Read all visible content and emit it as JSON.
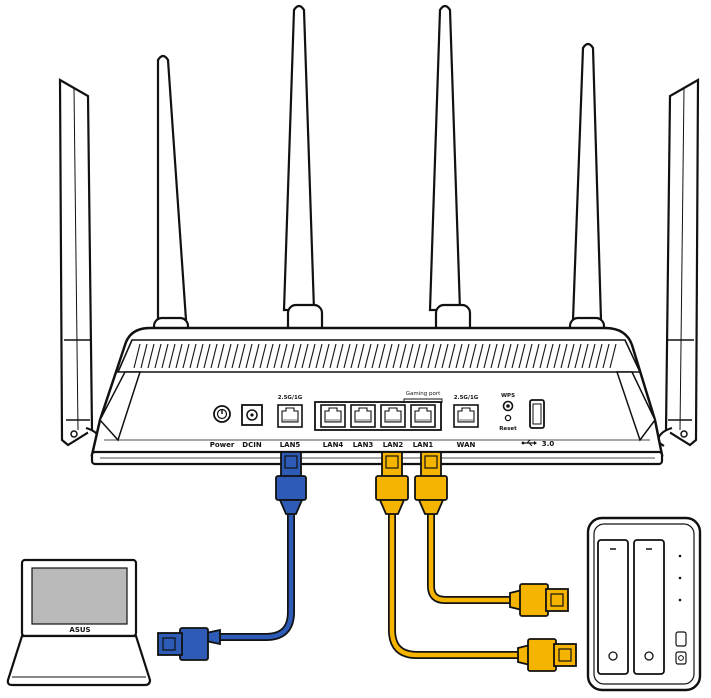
{
  "router": {
    "labels": {
      "power": "Power",
      "dcin": "DCIN",
      "lan5": "LAN5",
      "lan4": "LAN4",
      "lan3": "LAN3",
      "lan2": "LAN2",
      "lan1": "LAN1",
      "wan": "WAN",
      "wps": "WPS",
      "reset": "Reset",
      "usb": "3.0",
      "speed_lan5": "2.5G/1G",
      "speed_wan": "2.5G/1G",
      "gaming_port": "Gaming port"
    },
    "logo": "ASUS"
  },
  "colors": {
    "blue_cable": "#2d5bb6",
    "yellow_cable": "#f5b400",
    "outline": "#111111",
    "laptop_screen": "#b9b9b9"
  },
  "icons": [
    "antenna",
    "ethernet-port",
    "usb-icon",
    "laptop",
    "nas-device",
    "rj45-connector"
  ]
}
